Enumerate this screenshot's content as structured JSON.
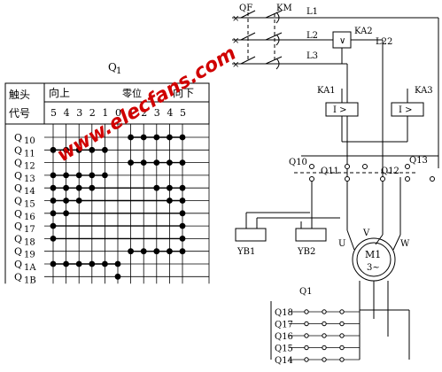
{
  "table": {
    "title": "Q",
    "title_sub": "1",
    "header_left_1": "触头",
    "header_left_2": "代号",
    "dir_up": "向上",
    "dir_zero": "零位",
    "dir_down": "向下",
    "positions": [
      "5",
      "4",
      "3",
      "2",
      "1",
      "0",
      "1",
      "2",
      "3",
      "4",
      "5"
    ],
    "rows": [
      {
        "main": "Q",
        "sub": "10",
        "dots": [
          0,
          0,
          0,
          0,
          0,
          0,
          0,
          1,
          1,
          1,
          1,
          1
        ]
      },
      {
        "main": "Q",
        "sub": "11",
        "dots": [
          0,
          1,
          1,
          1,
          1,
          1,
          0,
          0,
          0,
          0,
          0,
          0
        ]
      },
      {
        "main": "Q",
        "sub": "12",
        "dots": [
          0,
          0,
          0,
          0,
          0,
          0,
          0,
          1,
          1,
          1,
          1,
          1
        ]
      },
      {
        "main": "Q",
        "sub": "13",
        "dots": [
          0,
          1,
          1,
          1,
          1,
          1,
          0,
          0,
          0,
          0,
          0,
          0
        ]
      },
      {
        "main": "Q",
        "sub": "14",
        "dots": [
          0,
          1,
          1,
          1,
          1,
          0,
          0,
          0,
          0,
          1,
          1,
          1
        ]
      },
      {
        "main": "Q",
        "sub": "15",
        "dots": [
          0,
          1,
          1,
          1,
          0,
          0,
          0,
          0,
          0,
          0,
          1,
          1
        ]
      },
      {
        "main": "Q",
        "sub": "16",
        "dots": [
          0,
          1,
          1,
          0,
          0,
          0,
          0,
          0,
          0,
          0,
          0,
          1
        ]
      },
      {
        "main": "Q",
        "sub": "17",
        "dots": [
          0,
          1,
          0,
          0,
          0,
          0,
          0,
          0,
          0,
          0,
          0,
          1
        ]
      },
      {
        "main": "Q",
        "sub": "18",
        "dots": [
          0,
          1,
          0,
          0,
          0,
          0,
          0,
          0,
          0,
          0,
          0,
          1
        ]
      },
      {
        "main": "Q",
        "sub": "19",
        "dots": [
          0,
          0,
          0,
          0,
          0,
          0,
          0,
          1,
          1,
          1,
          1,
          1
        ]
      },
      {
        "main": "Q",
        "sub": "1A",
        "dots": [
          0,
          1,
          1,
          1,
          1,
          1,
          1,
          0,
          0,
          0,
          0,
          0
        ]
      },
      {
        "main": "Q",
        "sub": "1B",
        "dots": [
          0,
          0,
          0,
          0,
          0,
          0,
          1,
          0,
          0,
          0,
          0,
          0
        ]
      }
    ]
  },
  "circuit": {
    "qf": "QF",
    "km": "KM",
    "l1": "L1",
    "l2": "L2",
    "l3": "L3",
    "ka2": "KA2",
    "l22": "L22",
    "ka1": "KA1",
    "ka3": "KA3",
    "relay_text": "I >",
    "q10": "Q10",
    "q11": "Q11",
    "q12": "Q12",
    "q13": "Q13",
    "yb1": "YB1",
    "yb2": "YB2",
    "u": "U",
    "v": "V",
    "w": "W",
    "motor_1": "M1",
    "motor_2": "3~",
    "q1": "Q1",
    "q18": "Q18",
    "q17": "Q17",
    "q16": "Q16",
    "q15": "Q15",
    "q14": "Q14"
  },
  "watermark": {
    "text": "www.elecfans.com",
    "color": "#d00000"
  }
}
